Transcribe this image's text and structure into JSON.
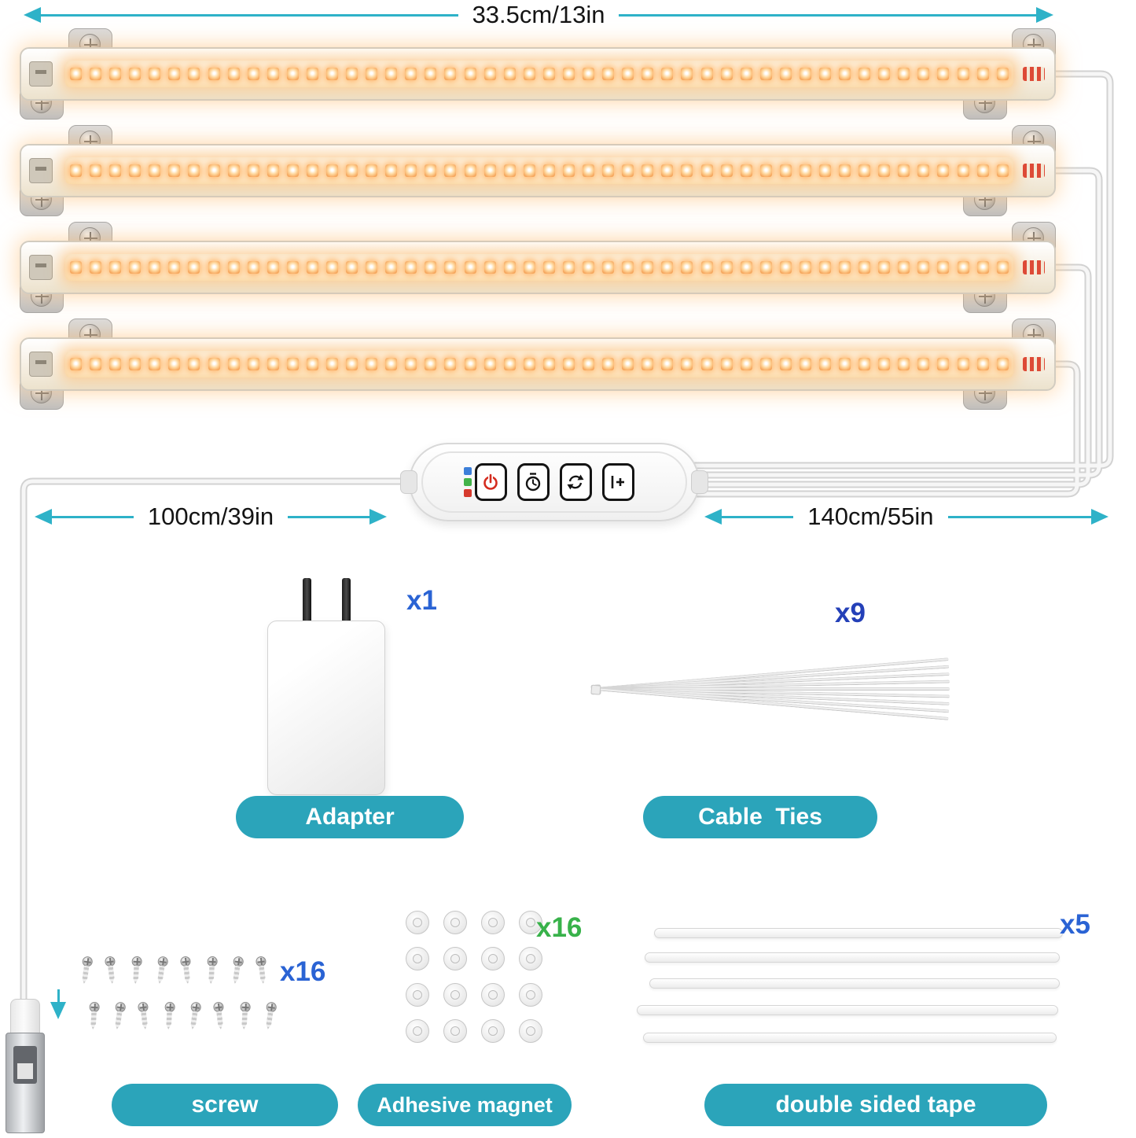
{
  "dimensions": {
    "top": {
      "label": "33.5cm/13in"
    },
    "left": {
      "label": "100cm/39in"
    },
    "right": {
      "label": "140cm/55in"
    }
  },
  "hardware": {
    "bar_count": 4,
    "leds_per_bar": 48
  },
  "controller": {
    "indicators": [
      "blue",
      "green",
      "red"
    ],
    "buttons": [
      {
        "id": "power",
        "icon": "power-icon"
      },
      {
        "id": "timer",
        "icon": "timer-icon"
      },
      {
        "id": "cycle",
        "icon": "cycle-icon"
      },
      {
        "id": "brightness",
        "icon": "brightness-plus-icon"
      }
    ]
  },
  "accessories": [
    {
      "id": "adapter",
      "label": "Adapter",
      "count": "x1",
      "count_color": "#2a63d4",
      "qty": 1
    },
    {
      "id": "cable_ties",
      "label": "Cable  Ties",
      "count": "x9",
      "count_color": "#2440b8",
      "qty": 9
    },
    {
      "id": "screw",
      "label": "screw",
      "count": "x16",
      "count_color": "#2a63d4",
      "qty": 16
    },
    {
      "id": "magnet",
      "label": "Adhesive magnet",
      "count": "x16",
      "count_color": "#38b24a",
      "qty": 16
    },
    {
      "id": "tape",
      "label": "double sided tape",
      "count": "x5",
      "count_color": "#2a63d4",
      "qty": 5
    }
  ],
  "colors": {
    "arrow_teal": "#2eb2c8",
    "pill_teal": "#2ba4ba",
    "led_warm": "#f7a85e",
    "indicator_blue": "#3d7fd9",
    "indicator_green": "#43b34a",
    "indicator_red": "#d63a2e",
    "power_red": "#d42b1e"
  }
}
